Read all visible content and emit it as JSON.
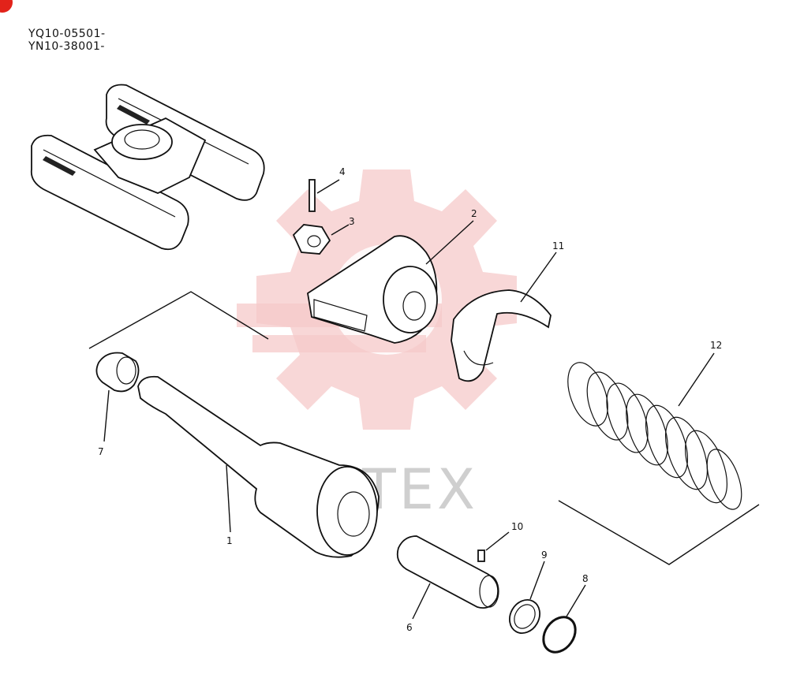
{
  "serials": [
    "YQ10-05501-",
    "YN10-38001-"
  ],
  "watermark": "MITEX",
  "callouts": [
    "1",
    "2",
    "3",
    "4",
    "6",
    "7",
    "8",
    "9",
    "10",
    "11",
    "12"
  ],
  "colors": {
    "watermark_gear": "#f6c9c9",
    "watermark_text": "#cfcfcf",
    "ink": "#111111",
    "corner_badge": "#e2231a"
  }
}
